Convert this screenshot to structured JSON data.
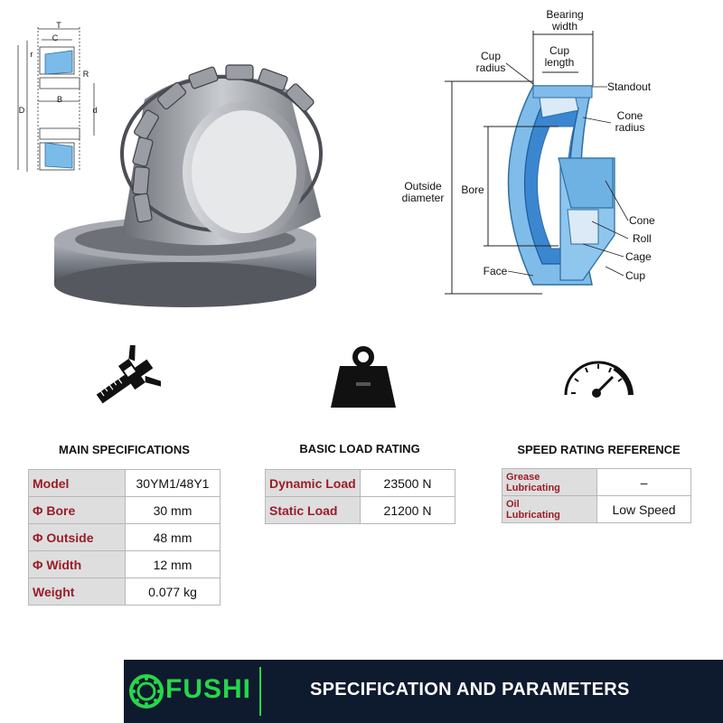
{
  "dim_diagram": {
    "labels": {
      "T": "T",
      "C": "C",
      "r": "r",
      "R": "R",
      "B": "B",
      "D": "D",
      "d": "d"
    }
  },
  "parts_diagram": {
    "labels": {
      "bearing_width": "Bearing\nwidth",
      "cup_length": "Cup\nlength",
      "cup_radius": "Cup\nradius",
      "standout": "Standout",
      "cone_radius": "Cone\nradius",
      "outside_diameter": "Outside\ndiameter",
      "bore": "Bore",
      "cone": "Cone",
      "roll": "Roll",
      "cage": "Cage",
      "cup": "Cup",
      "face": "Face"
    }
  },
  "icons": {
    "caliper": "caliper-icon",
    "weight": "weight-icon",
    "speed": "speedometer-icon"
  },
  "main_specs": {
    "title": "MAIN SPECIFICATIONS",
    "rows": [
      {
        "key": "Model",
        "value": "30YM1/48Y1"
      },
      {
        "key": "Φ Bore",
        "value": "30 mm"
      },
      {
        "key": "Φ Outside",
        "value": "48 mm"
      },
      {
        "key": "Φ Width",
        "value": "12 mm"
      },
      {
        "key": "Weight",
        "value": "0.077 kg"
      }
    ]
  },
  "load_rating": {
    "title": "BASIC LOAD RATING",
    "rows": [
      {
        "key": "Dynamic Load",
        "value": "23500 N"
      },
      {
        "key": "Static Load",
        "value": "21200 N"
      }
    ]
  },
  "speed_rating": {
    "title": "SPEED RATING REFERENCE",
    "rows": [
      {
        "key": "Grease\nLubricating",
        "value": "–"
      },
      {
        "key": "Oil\nLubricating",
        "value": "Low Speed"
      }
    ]
  },
  "footer": {
    "brand": "FUSHI",
    "title": "SPECIFICATION AND PARAMETERS"
  },
  "colors": {
    "footer_bg": "#0e1a2e",
    "brand_green": "#27d64a",
    "spec_key_red": "#9a1d28",
    "diagram_blue": "#6bb2e6"
  }
}
